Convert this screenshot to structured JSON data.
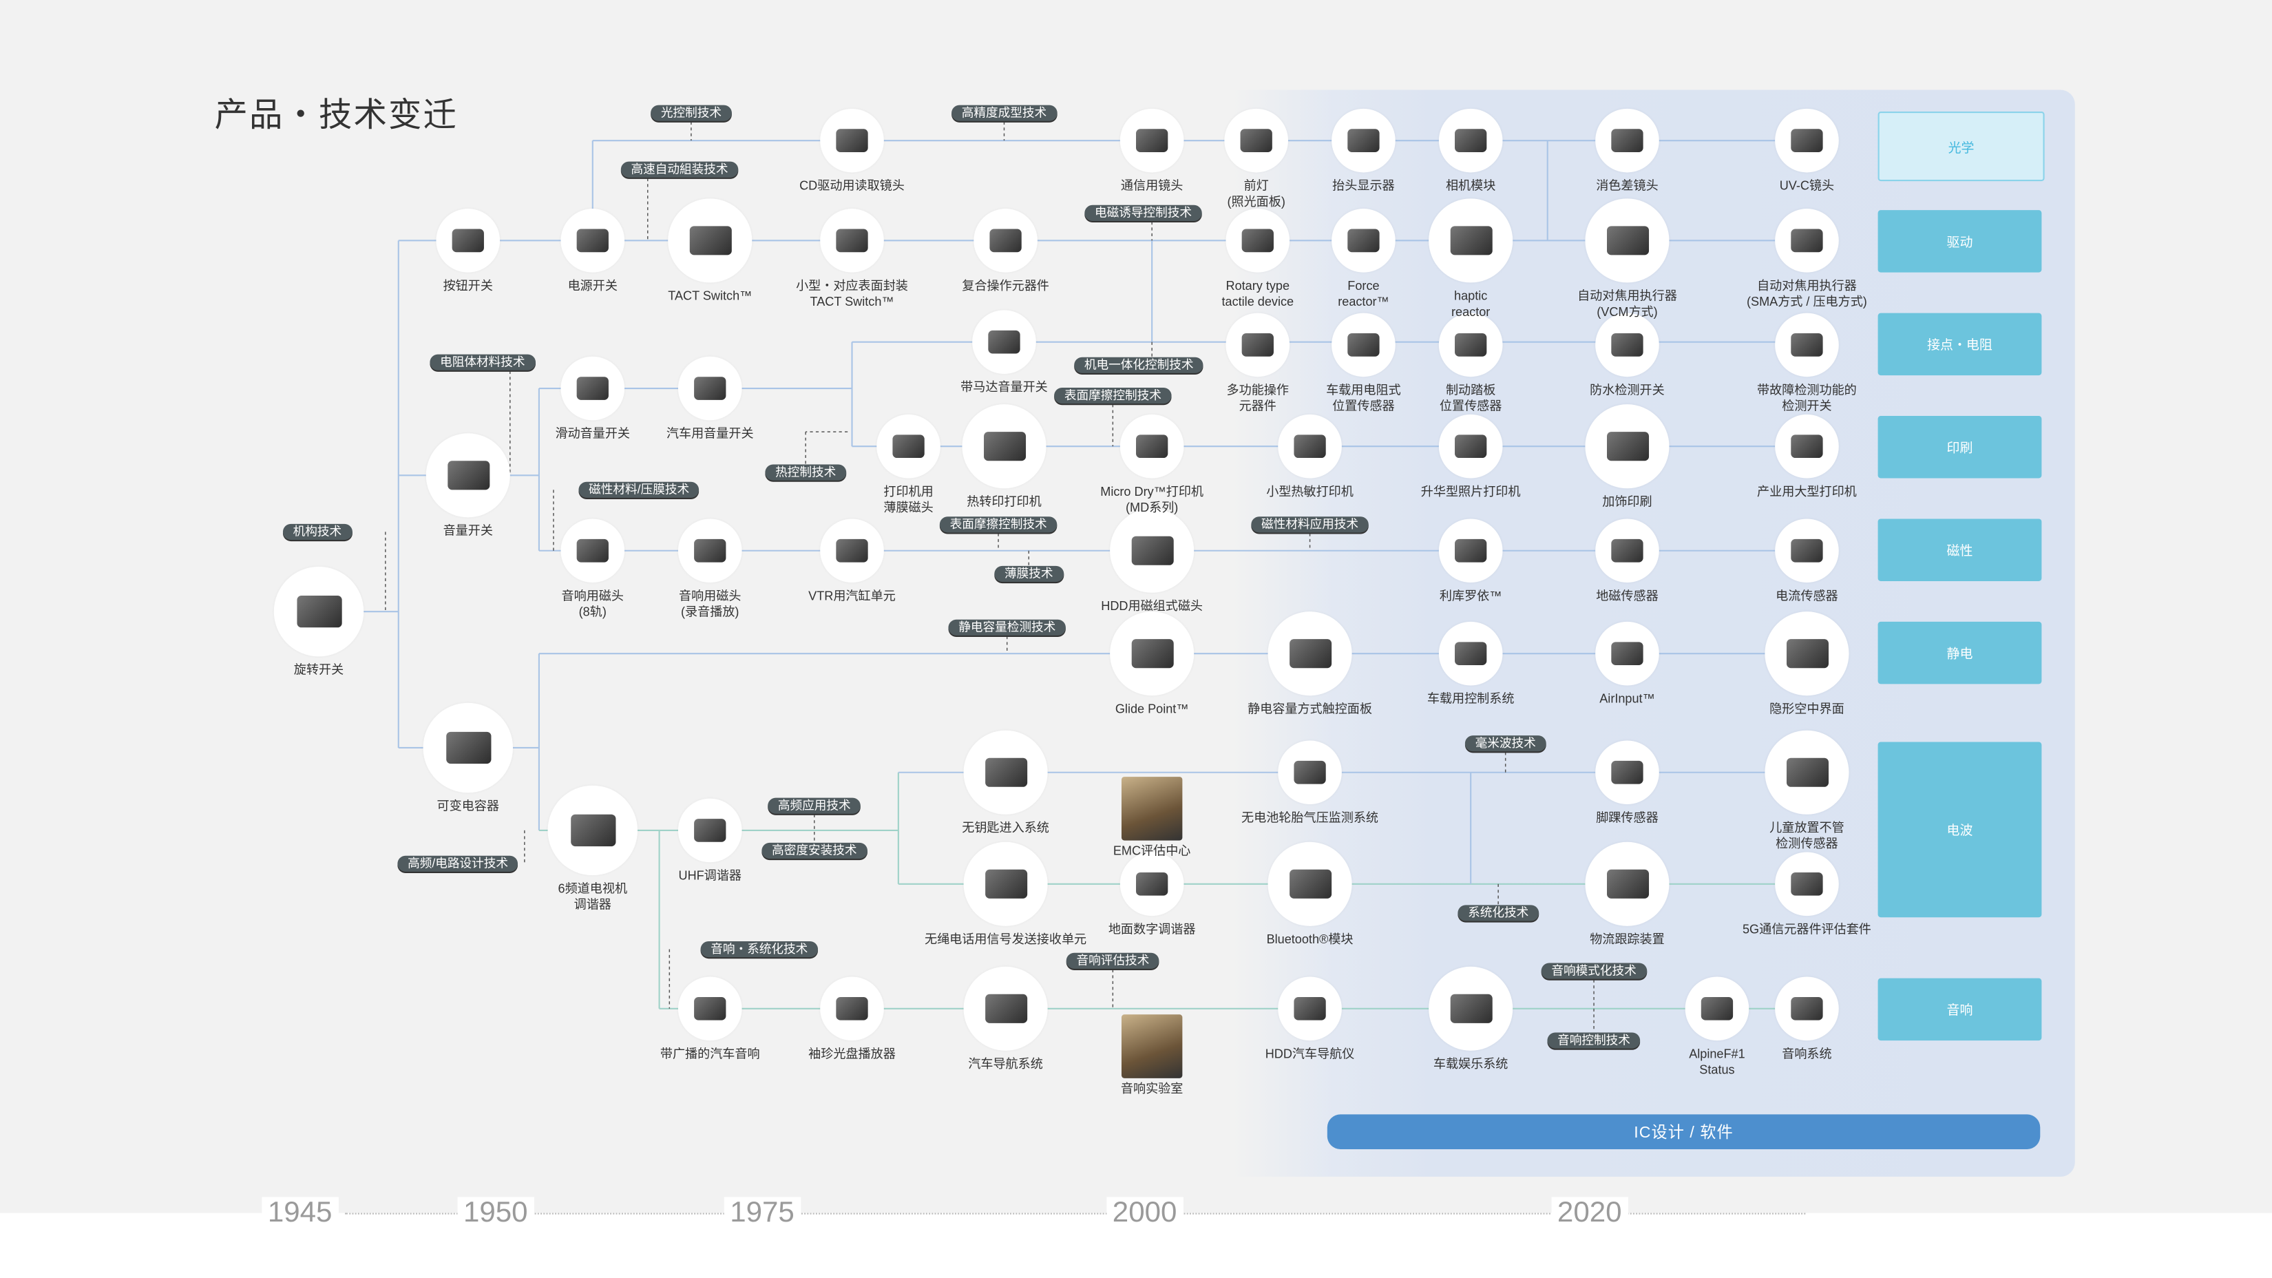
{
  "title": "产品・技术变迁",
  "products": [
    {
      "label": "CD驱动用读取镜头"
    },
    {
      "label": "通信用镜头"
    },
    {
      "label": "前灯\n(照光面板)"
    },
    {
      "label": "抬头显示器"
    },
    {
      "label": "相机模块"
    },
    {
      "label": "消色差镜头"
    },
    {
      "label": "UV-C镜头"
    },
    {
      "label": "按钮开关"
    },
    {
      "label": "电源开关"
    },
    {
      "label": "TACT Switch™"
    },
    {
      "label": "小型・对应表面封装\nTACT Switch™"
    },
    {
      "label": "复合操作元器件"
    },
    {
      "label": "Rotary type\ntactile device"
    },
    {
      "label": "Force\nreactor™"
    },
    {
      "label": "haptic\nreactor"
    },
    {
      "label": "自动对焦用执行器\n(VCM方式)"
    },
    {
      "label": "自动对焦用执行器\n(SMA方式 / 压电方式)"
    },
    {
      "label": "带马达音量开关"
    },
    {
      "label": "多功能操作\n元器件"
    },
    {
      "label": "车载用电阻式\n位置传感器"
    },
    {
      "label": "制动踏板\n位置传感器"
    },
    {
      "label": "防水检测开关"
    },
    {
      "label": "带故障检测功能的\n检测开关"
    },
    {
      "label": "滑动音量开关"
    },
    {
      "label": "汽车用音量开关"
    },
    {
      "label": "音量开关"
    },
    {
      "label": "打印机用\n薄膜磁头"
    },
    {
      "label": "热转印打印机"
    },
    {
      "label": "Micro Dry™打印机\n(MD系列)"
    },
    {
      "label": "小型热敏打印机"
    },
    {
      "label": "升华型照片打印机"
    },
    {
      "label": "加饰印刷"
    },
    {
      "label": "产业用大型打印机"
    },
    {
      "label": "音响用磁头\n(8轨)"
    },
    {
      "label": "音响用磁头\n(录音播放)"
    },
    {
      "label": "VTR用汽缸单元"
    },
    {
      "label": "HDD用磁组式磁头"
    },
    {
      "label": "利库罗依™"
    },
    {
      "label": "地磁传感器"
    },
    {
      "label": "电流传感器"
    },
    {
      "label": "旋转开关"
    },
    {
      "label": "Glide Point™"
    },
    {
      "label": "静电容量方式触控面板"
    },
    {
      "label": "车载用控制系统"
    },
    {
      "label": "AirInput™"
    },
    {
      "label": "隐形空中界面"
    },
    {
      "label": "可变电容器"
    },
    {
      "label": "无钥匙进入系统"
    },
    {
      "label": "EMC评估中心"
    },
    {
      "label": "无电池轮胎气压监测系统"
    },
    {
      "label": "脚踝传感器"
    },
    {
      "label": "儿童放置不管\n检测传感器"
    },
    {
      "label": "6频道电视机\n调谐器"
    },
    {
      "label": "UHF调谐器"
    },
    {
      "label": "无绳电话用信号发送接收单元"
    },
    {
      "label": "地面数字调谐器"
    },
    {
      "label": "Bluetooth®模块"
    },
    {
      "label": "物流跟踪装置"
    },
    {
      "label": "5G通信元器件评估套件"
    },
    {
      "label": "带广播的汽车音响"
    },
    {
      "label": "袖珍光盘播放器"
    },
    {
      "label": "汽车导航系统"
    },
    {
      "label": "音响实验室"
    },
    {
      "label": "HDD汽车导航仪"
    },
    {
      "label": "车载娱乐系统"
    },
    {
      "label": "AlpineF#1\nStatus"
    },
    {
      "label": "音响系统"
    }
  ],
  "technologies": [
    "光控制技术",
    "高精度成型技术",
    "高速自动組装技术",
    "电磁诱导控制技术",
    "电阻体材料技术",
    "机电一体化控制技术",
    "表面摩擦控制技术",
    "热控制技术",
    "磁性材料/压膜技术",
    "机构技术",
    "表面摩擦控制技术",
    "磁性材料应用技术",
    "薄膜技术",
    "静电容量检测技术",
    "毫米波技术",
    "高频应用技术",
    "高密度安装技术",
    "高频/电路设计技术",
    "系统化技术",
    "音响・系统化技术",
    "音响评估技术",
    "音响模式化技术",
    "音响控制技术"
  ],
  "categories": [
    "光学",
    "驱动",
    "接点・电阻",
    "印刷",
    "磁性",
    "静电",
    "电波",
    "音响"
  ],
  "ic_bar": "IC设计 / 软件",
  "years": [
    "1945",
    "1950",
    "1975",
    "2000",
    "2020"
  ],
  "colors": {
    "category": "#6cc4dd",
    "category_light": "#d6eff8",
    "ic_bar": "#4d8fce",
    "pill": "#505b5f",
    "line": "#a9c4e6"
  }
}
